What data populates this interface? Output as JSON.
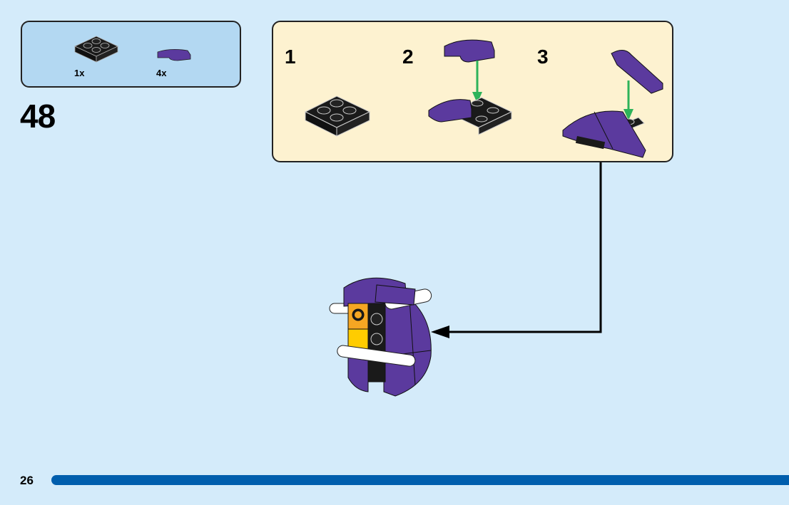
{
  "parts_list": {
    "items": [
      {
        "name": "black-plate-2x2",
        "color": "#1a1a1a",
        "quantity": "1x"
      },
      {
        "name": "purple-curved-slope",
        "color": "#5b3a9e",
        "quantity": "4x"
      }
    ]
  },
  "step": {
    "number": "48"
  },
  "sub_assembly": {
    "steps": [
      {
        "number": "1"
      },
      {
        "number": "2"
      },
      {
        "number": "3"
      }
    ]
  },
  "colors": {
    "background": "#d4ebfa",
    "parts_box": "#b3d8f2",
    "sub_box": "#fdf2d0",
    "purple": "#5b3a9e",
    "black": "#1a1a1a",
    "orange": "#f5a623",
    "yellow": "#ffcc00",
    "arrow_green": "#2db35a",
    "page_bar": "#005ead"
  },
  "footer": {
    "page_number": "26"
  }
}
